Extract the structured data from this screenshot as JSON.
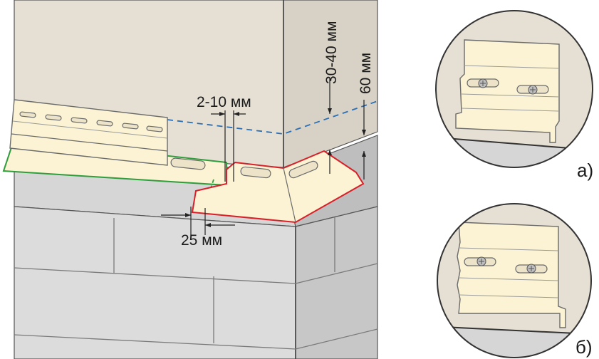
{
  "labels": {
    "gap_lap": "2-10 мм",
    "overlap": "25 мм",
    "indent_top": "30-40 мм",
    "indent_60": "60 мм",
    "detail_a": "а)",
    "detail_b": "б)"
  },
  "colors": {
    "facade": "#e6dfd3",
    "facade_side": "#d8d1c5",
    "plinth": "#d6d6d6",
    "plinth_side": "#bebebe",
    "brick": "#dcdcdc",
    "panel": "#fbf3d3",
    "panel_edge": "#6b6b6b",
    "green_outline": "#2e9e3c",
    "red_outline": "#d8202a",
    "blue_dashed": "#2a6fb5",
    "slot_fill": "#ece3c8"
  }
}
